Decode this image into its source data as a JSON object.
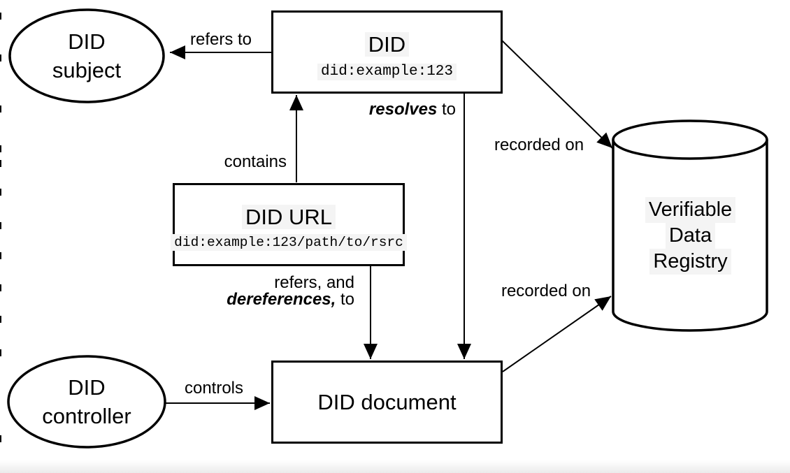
{
  "nodes": {
    "did_subject": {
      "line1": "DID",
      "line2": "subject"
    },
    "did": {
      "title": "DID",
      "value": "did:example:123"
    },
    "did_url": {
      "title": "DID URL",
      "value": "did:example:123/path/to/rsrc"
    },
    "did_document": {
      "title": "DID document"
    },
    "did_controller": {
      "line1": "DID",
      "line2": "controller"
    },
    "registry": {
      "line1": "Verifiable",
      "line2": "Data",
      "line3": "Registry"
    }
  },
  "edges": {
    "refers_to": {
      "label": "refers to"
    },
    "resolves_to": {
      "em": "resolves",
      "rest": " to"
    },
    "contains": {
      "label": "contains"
    },
    "refers_dereferences": {
      "line1": "refers, and",
      "em": "dereferences,",
      "rest": " to"
    },
    "controls": {
      "label": "controls"
    },
    "recorded_on_top": {
      "label": "recorded on"
    },
    "recorded_on_bottom": {
      "label": "recorded on"
    }
  },
  "colors": {
    "line": "#000000",
    "node_fill": "#ffffff",
    "text_highlight": "#f4f4f4",
    "background": "#ffffff",
    "bottom_bar": "#ebebeb"
  },
  "artifacts": {
    "left_edge_marks_y": [
      18,
      78,
      151,
      208,
      229,
      270,
      318,
      361,
      407,
      452,
      500,
      623
    ]
  }
}
